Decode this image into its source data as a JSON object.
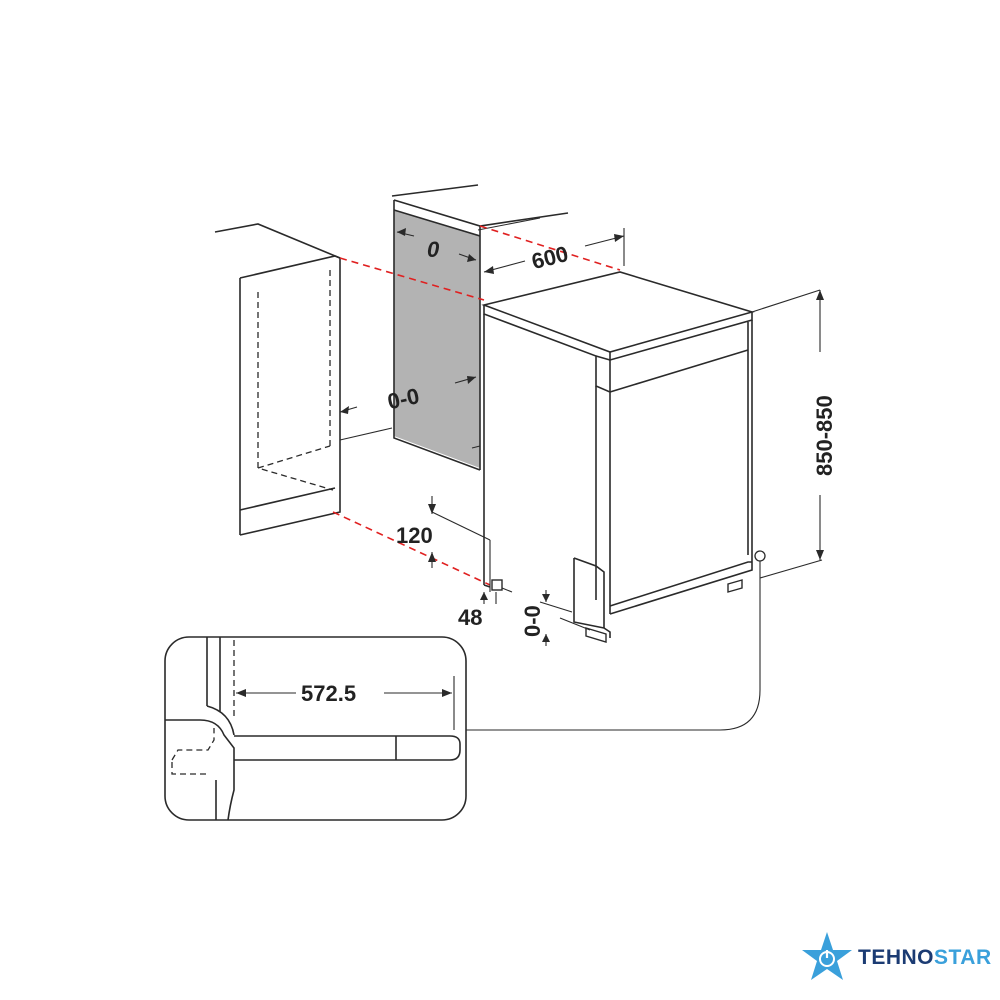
{
  "labels": {
    "gap_top": "0",
    "gap_side": "0-0",
    "width": "600",
    "height": "850-850",
    "plinth": "120",
    "foot_gap": "48",
    "foot_adjust": "0-0",
    "depth": "572.5"
  },
  "logo": {
    "part1": "TEHNO",
    "part2": "STAR",
    "icon": "star-power-icon",
    "color_dark": "#1b3b73",
    "color_light": "#3aa0db"
  },
  "colors": {
    "guide_lines": "#e02020",
    "gap_fill": "#b3b3b3",
    "outline": "#2a2a2a"
  }
}
